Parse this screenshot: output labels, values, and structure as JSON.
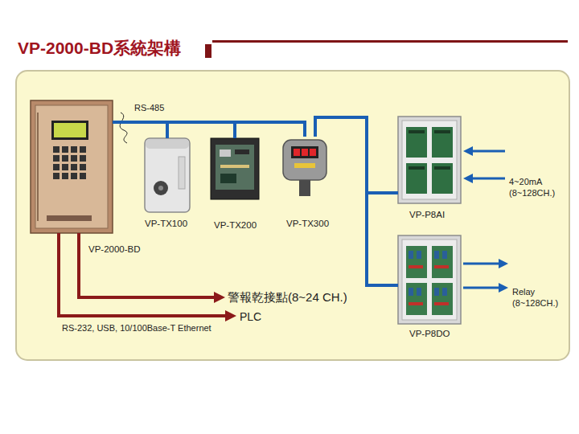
{
  "diagram": {
    "title": "VP-2000-BD系統架構",
    "nodes": [
      {
        "text": [
          "VP-2000-BD"
        ]
      },
      {
        "text": [
          "VP-TX100"
        ]
      },
      {
        "text": [
          "VP-TX200"
        ]
      },
      {
        "text": [
          "VP-TX300"
        ]
      },
      {
        "text": [
          "VP-P8AI"
        ]
      },
      {
        "text": [
          "VP-P8DO"
        ]
      }
    ],
    "edges": [
      {
        "from": 0,
        "to": 1,
        "arrow": "none",
        "label": "RS-485"
      },
      {
        "from": 1,
        "to": 2,
        "arrow": "none"
      },
      {
        "from": 2,
        "to": 3,
        "arrow": "none"
      },
      {
        "from": 3,
        "to": 4,
        "arrow": "none"
      },
      {
        "from": 3,
        "to": 5,
        "arrow": "none"
      }
    ],
    "labels": [
      "4~20mA (8~128CH.)",
      "Relay (8~128CH.)",
      "警報乾接點(8~24 CH.)",
      "PLC",
      "RS-232, USB, 10/100Base-T Ethernet"
    ]
  }
}
